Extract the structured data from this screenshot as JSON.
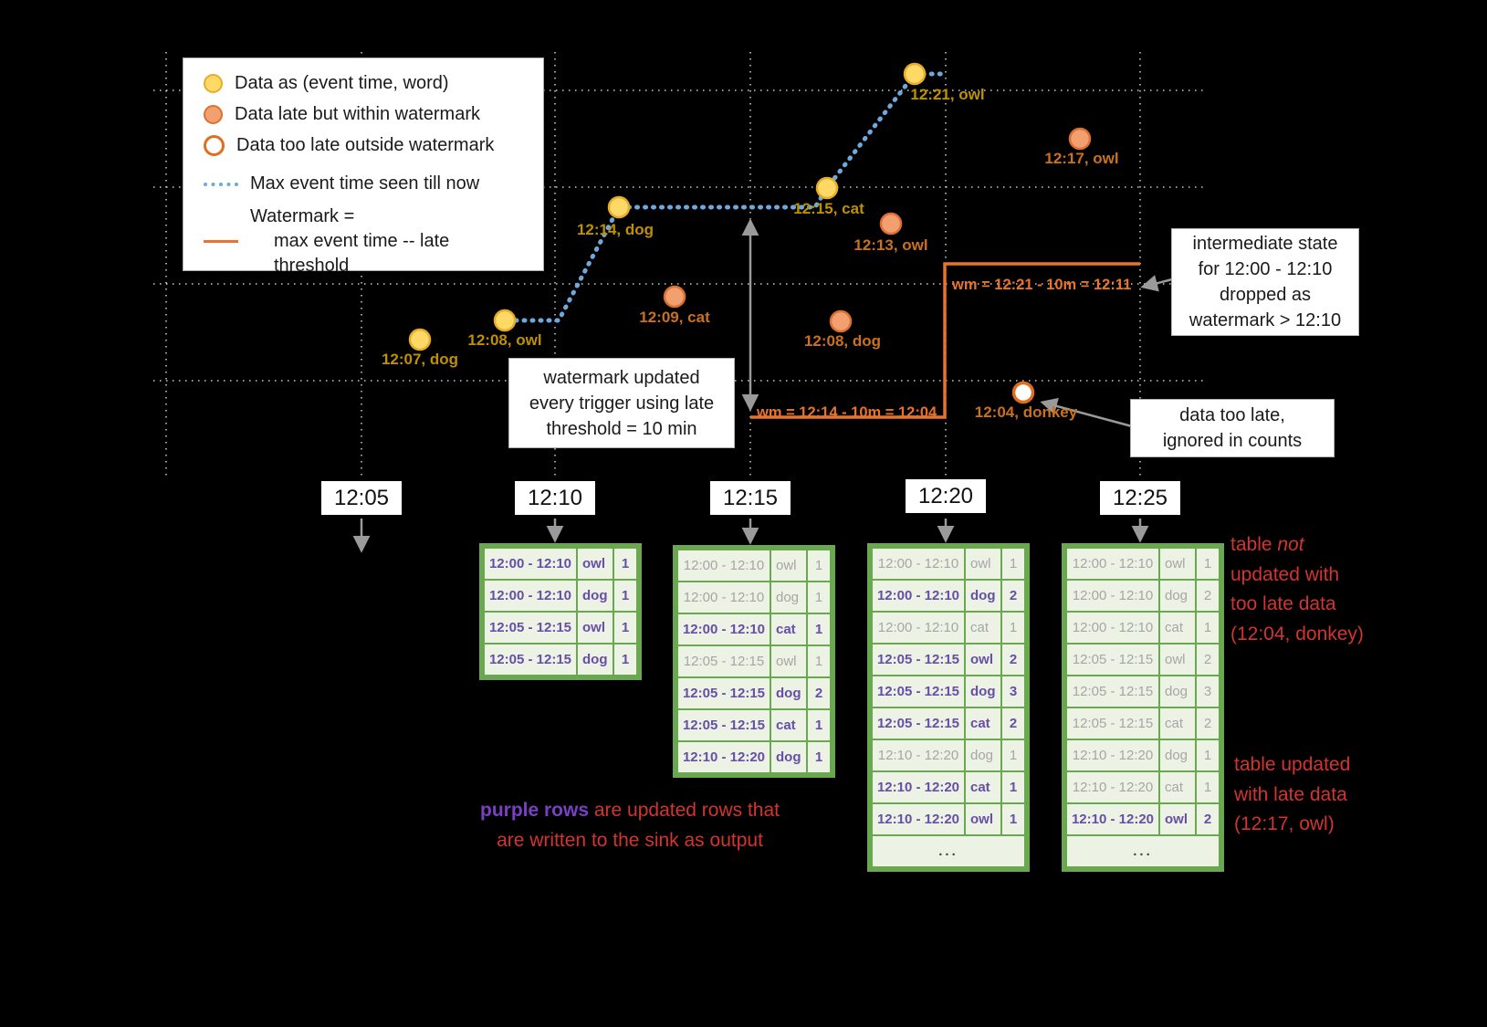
{
  "legend": {
    "items": [
      {
        "label": "Data as (event time, word)"
      },
      {
        "label": "Data late but within watermark"
      },
      {
        "label": "Data too late outside watermark"
      },
      {
        "label": "Max event time seen till now"
      },
      {
        "line1": "Watermark =",
        "line2": "max event time -- late threshold"
      }
    ]
  },
  "points": [
    {
      "label": "12:07, dog",
      "type": "ontime"
    },
    {
      "label": "12:08, owl",
      "type": "ontime"
    },
    {
      "label": "12:14, dog",
      "type": "ontime"
    },
    {
      "label": "12:15, cat",
      "type": "ontime"
    },
    {
      "label": "12:21, owl",
      "type": "ontime"
    },
    {
      "label": "12:09, cat",
      "type": "late"
    },
    {
      "label": "12:13, owl",
      "type": "late"
    },
    {
      "label": "12:08, dog",
      "type": "late"
    },
    {
      "label": "12:17, owl",
      "type": "late"
    },
    {
      "label": "12:04, donkey",
      "type": "too-late"
    }
  ],
  "annotations": {
    "watermark_note": "watermark updated\nevery trigger using late\nthreshold = 10 min",
    "intermediate_note": "intermediate state\nfor 12:00 - 12:10\ndropped as\nwatermark > 12:10",
    "too_late_note": "data too late,\nignored in counts",
    "wm_label_1": "wm = 12:14 - 10m = 12:04",
    "wm_label_2": "wm = 12:21 - 10m = 12:11"
  },
  "triggers": [
    "12:05",
    "12:10",
    "12:15",
    "12:20",
    "12:25"
  ],
  "result_tables": [
    {
      "trigger": "12:10",
      "rows": [
        {
          "window": "12:00 - 12:10",
          "word": "owl",
          "count": 1,
          "updated": true
        },
        {
          "window": "12:00 - 12:10",
          "word": "dog",
          "count": 1,
          "updated": true
        },
        {
          "window": "12:05 - 12:15",
          "word": "owl",
          "count": 1,
          "updated": true
        },
        {
          "window": "12:05 - 12:15",
          "word": "dog",
          "count": 1,
          "updated": true
        }
      ]
    },
    {
      "trigger": "12:15",
      "rows": [
        {
          "window": "12:00 - 12:10",
          "word": "owl",
          "count": 1,
          "updated": false
        },
        {
          "window": "12:00 - 12:10",
          "word": "dog",
          "count": 1,
          "updated": false
        },
        {
          "window": "12:00 - 12:10",
          "word": "cat",
          "count": 1,
          "updated": true
        },
        {
          "window": "12:05 - 12:15",
          "word": "owl",
          "count": 1,
          "updated": false
        },
        {
          "window": "12:05 - 12:15",
          "word": "dog",
          "count": 2,
          "updated": true
        },
        {
          "window": "12:05 - 12:15",
          "word": "cat",
          "count": 1,
          "updated": true
        },
        {
          "window": "12:10 - 12:20",
          "word": "dog",
          "count": 1,
          "updated": true
        }
      ]
    },
    {
      "trigger": "12:20",
      "rows": [
        {
          "window": "12:00 - 12:10",
          "word": "owl",
          "count": 1,
          "updated": false
        },
        {
          "window": "12:00 - 12:10",
          "word": "dog",
          "count": 2,
          "updated": true
        },
        {
          "window": "12:00 - 12:10",
          "word": "cat",
          "count": 1,
          "updated": false
        },
        {
          "window": "12:05 - 12:15",
          "word": "owl",
          "count": 2,
          "updated": true
        },
        {
          "window": "12:05 - 12:15",
          "word": "dog",
          "count": 3,
          "updated": true
        },
        {
          "window": "12:05 - 12:15",
          "word": "cat",
          "count": 2,
          "updated": true
        },
        {
          "window": "12:10 - 12:20",
          "word": "dog",
          "count": 1,
          "updated": false
        },
        {
          "window": "12:10 - 12:20",
          "word": "cat",
          "count": 1,
          "updated": true
        },
        {
          "window": "12:10 - 12:20",
          "word": "owl",
          "count": 1,
          "updated": true
        },
        {
          "ellipsis": "..."
        }
      ]
    },
    {
      "trigger": "12:25",
      "rows": [
        {
          "window": "12:00 - 12:10",
          "word": "owl",
          "count": 1,
          "updated": false
        },
        {
          "window": "12:00 - 12:10",
          "word": "dog",
          "count": 2,
          "updated": false
        },
        {
          "window": "12:00 - 12:10",
          "word": "cat",
          "count": 1,
          "updated": false
        },
        {
          "window": "12:05 - 12:15",
          "word": "owl",
          "count": 2,
          "updated": false
        },
        {
          "window": "12:05 - 12:15",
          "word": "dog",
          "count": 3,
          "updated": false
        },
        {
          "window": "12:05 - 12:15",
          "word": "cat",
          "count": 2,
          "updated": false
        },
        {
          "window": "12:10 - 12:20",
          "word": "dog",
          "count": 1,
          "updated": false
        },
        {
          "window": "12:10 - 12:20",
          "word": "cat",
          "count": 1,
          "updated": false
        },
        {
          "window": "12:10 - 12:20",
          "word": "owl",
          "count": 2,
          "updated": true
        },
        {
          "ellipsis": "..."
        }
      ]
    }
  ],
  "notes": {
    "sink": {
      "highlight": "purple rows",
      "line1_rest": " are updated rows that",
      "line2": "are written to the sink as output"
    },
    "not_updated": {
      "line1_pre": "table ",
      "line1_italic": "not",
      "line2": "updated with",
      "line3": "too late data",
      "line4": "(12:04, donkey)"
    },
    "updated": {
      "line1": "table updated",
      "line2": "with late data",
      "line3": "(12:17, owl)"
    }
  },
  "colors": {
    "ontime_point": "#FFD966",
    "late_point": "#F2A06F",
    "too_late_outline": "#E06E1F",
    "max_event_line": "#6FA8DC",
    "watermark_line": "#E8732A",
    "updated_row_text": "#674EA7",
    "stale_row_text": "#A6A6A6",
    "table_border": "#6AA84F",
    "note_red": "#D23430"
  }
}
